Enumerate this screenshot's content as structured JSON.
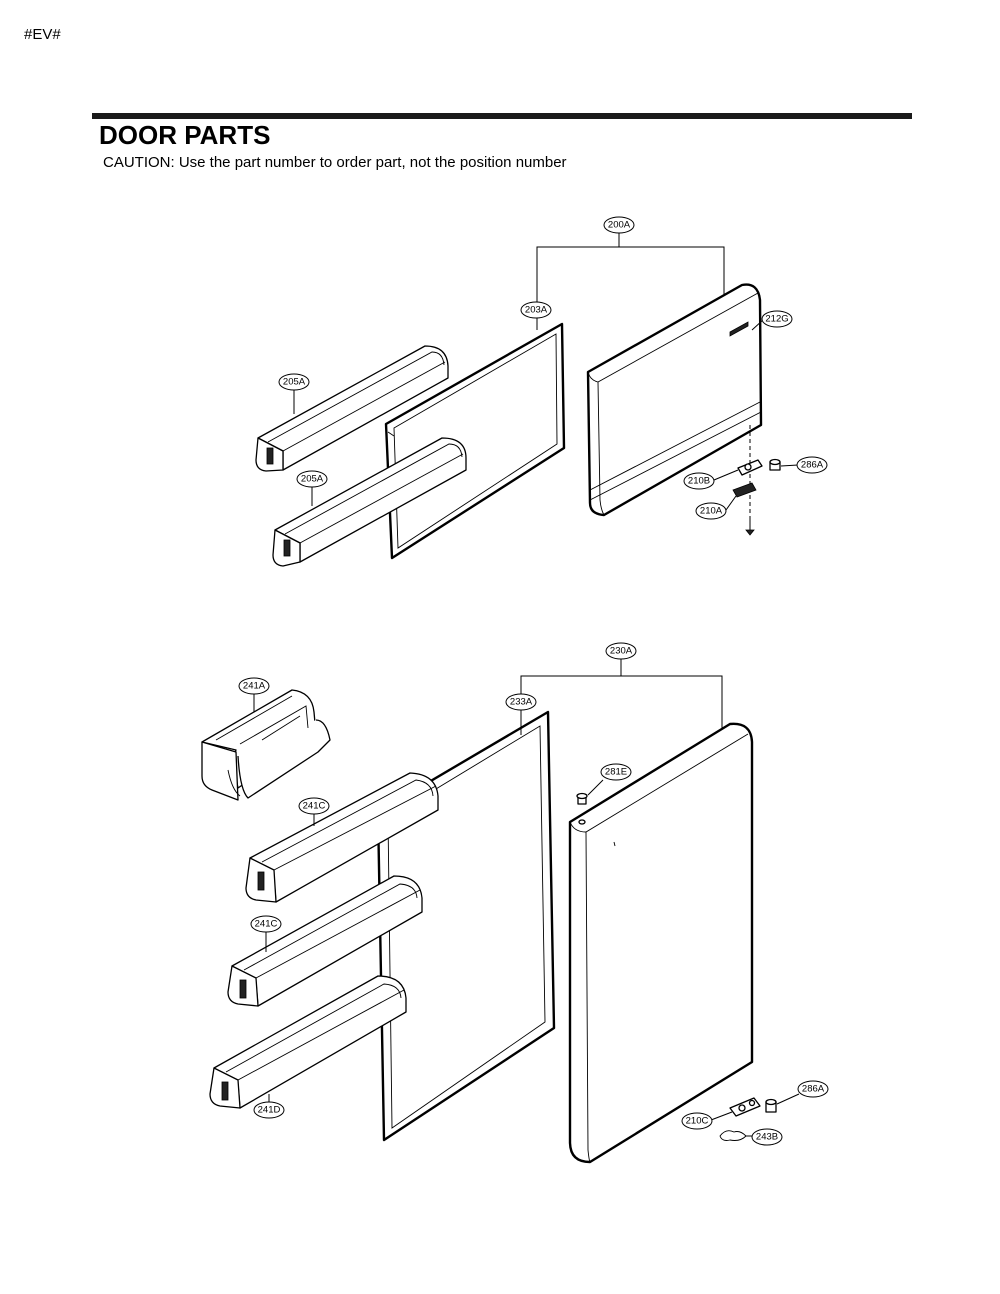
{
  "header": {
    "code": "#EV#",
    "title": "DOOR PARTS",
    "caution": "CAUTION: Use the part number to order part, not the position number"
  },
  "callouts": [
    {
      "id": "c-200a",
      "label": "200A"
    },
    {
      "id": "c-203a",
      "label": "203A"
    },
    {
      "id": "c-212g",
      "label": "212G"
    },
    {
      "id": "c-205a-1",
      "label": "205A"
    },
    {
      "id": "c-205a-2",
      "label": "205A"
    },
    {
      "id": "c-286a-1",
      "label": "286A"
    },
    {
      "id": "c-210b",
      "label": "210B"
    },
    {
      "id": "c-210a",
      "label": "210A"
    },
    {
      "id": "c-230a",
      "label": "230A"
    },
    {
      "id": "c-241a",
      "label": "241A"
    },
    {
      "id": "c-233a",
      "label": "233A"
    },
    {
      "id": "c-281e",
      "label": "281E"
    },
    {
      "id": "c-241c-1",
      "label": "241C"
    },
    {
      "id": "c-241c-2",
      "label": "241C"
    },
    {
      "id": "c-241d",
      "label": "241D"
    },
    {
      "id": "c-286a-2",
      "label": "286A"
    },
    {
      "id": "c-210c",
      "label": "210C"
    },
    {
      "id": "c-243b",
      "label": "243B"
    }
  ]
}
